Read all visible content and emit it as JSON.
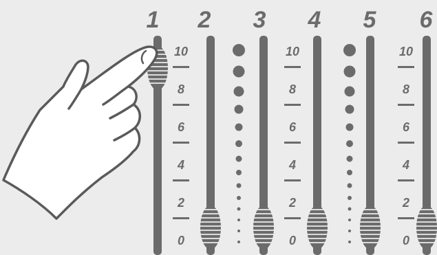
{
  "colors": {
    "background": "#ececec",
    "ink": "#6b6b6b",
    "hand_fill": "#ffffff",
    "hand_stroke": "#5a5a5a"
  },
  "channels": [
    {
      "label": "1",
      "level": 10
    },
    {
      "label": "2",
      "level": 0
    },
    {
      "label": "3",
      "level": 0
    },
    {
      "label": "4",
      "level": 0
    },
    {
      "label": "5",
      "level": 0
    },
    {
      "label": "6",
      "level": 0
    }
  ],
  "scale_labels": [
    "10",
    "8",
    "6",
    "4",
    "2",
    "0"
  ],
  "scale_max": 10,
  "icons": {
    "hand": "pointing-hand-icon",
    "knob": "fader-knob-icon",
    "dots": "level-dots-icon"
  }
}
